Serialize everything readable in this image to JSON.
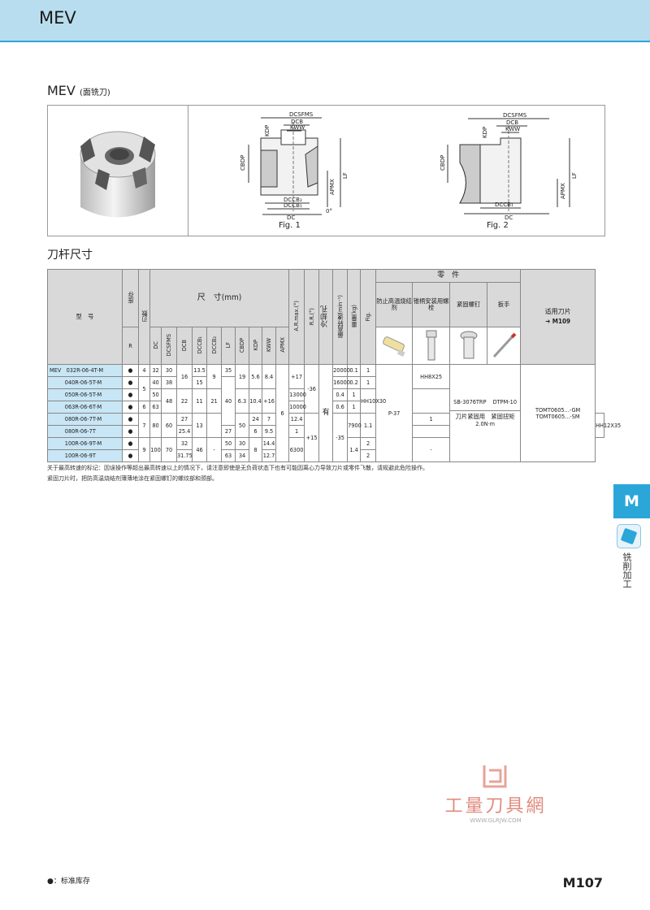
{
  "header": {
    "title": "MEV"
  },
  "section": {
    "title": "MEV",
    "subtitle": "(面铣刀)"
  },
  "figures": {
    "fig1": {
      "caption": "Fig. 1",
      "labels": {
        "dcsfms": "DCSFMS",
        "dcb": "DCB",
        "kww": "KWW",
        "kdp": "KDP",
        "cbdp": "CBDP",
        "apmx": "APMX",
        "lf": "LF",
        "dccb2": "DCCB₂",
        "dccb1": "DCCB₁",
        "dc": "DC",
        "angle": "0°"
      }
    },
    "fig2": {
      "caption": "Fig. 2",
      "labels": {
        "dcsfms": "DCSFMS",
        "dcb": "DCB",
        "kww": "KWW",
        "kdp": "KDP",
        "cbdp": "CBDP",
        "apmx": "APMX",
        "lf": "LF",
        "dccb1": "DCCB₁",
        "dc": "DC"
      }
    }
  },
  "table_title": "刀杆尺寸",
  "table": {
    "headers": {
      "model": "型　号",
      "stock": "库存",
      "teeth": "刃数",
      "dims": "尺　寸(mm)",
      "ar": "A.R.max.(°)",
      "rr": "R.R.(°)",
      "coolant": "冷却孔",
      "maxspeed": "最高转速(min⁻¹)",
      "weight": "重量(kg)",
      "fig": "Fig.",
      "parts": "零　件",
      "part1": "防止高温烧结剂",
      "part2": "锥柄安装用螺栓",
      "part3": "紧固螺钉",
      "part4": "扳手",
      "insert": "适用刀片",
      "insert_ref": "M109",
      "stock_r": "R",
      "dim_cols": [
        "DC",
        "DCSFMS",
        "DCB",
        "DCCB₁",
        "DCCB₂",
        "LF",
        "CBDP",
        "KDP",
        "KWW",
        "APMX"
      ]
    },
    "prefix": "MEV",
    "rows": [
      {
        "model": "032R-06-4T-M",
        "stock": "●",
        "teeth": "4",
        "dc": "32",
        "dcsfms": "30",
        "dccb1": "13.5",
        "cbdp": "19",
        "kdp": "5.6",
        "kww": "8.4",
        "speed": "20000",
        "weight": "0.1",
        "fig": "1"
      },
      {
        "model": "040R-06-5T-M",
        "stock": "●",
        "dc": "40",
        "dcsfms": "38",
        "dccb1": "15",
        "speed": "16000",
        "weight": "0.2",
        "fig": "1"
      },
      {
        "model": "050R-06-5T-M",
        "stock": "●",
        "dc": "50",
        "speed": "13000",
        "weight": "0.4",
        "fig": "1"
      },
      {
        "model": "063R-06-6T-M",
        "stock": "●",
        "teeth": "6",
        "dc": "63",
        "speed": "10000",
        "weight": "0.6",
        "fig": "1"
      },
      {
        "model": "080R-06-7T-M",
        "stock": "●",
        "dccb1": "27",
        "cbdp": "24",
        "kdp": "7",
        "kww": "12.4",
        "fig": "1"
      },
      {
        "model": "080R-06-7T",
        "stock": "●",
        "dccb1": "25.4",
        "cbdp": "27",
        "kdp": "6",
        "kww": "9.5",
        "fig": "1"
      },
      {
        "model": "100R-06-9T-M",
        "stock": "●",
        "dccb1": "32",
        "lf": "50",
        "cbdp": "30",
        "kww": "14.4",
        "fig": "2"
      },
      {
        "model": "100R-06-9T",
        "stock": "●",
        "dccb1": "31.75",
        "lf": "63",
        "cbdp": "34",
        "kww": "12.7",
        "fig": "2"
      }
    ],
    "merged": {
      "teeth_5": "5",
      "teeth_7": "7",
      "teeth_9": "9",
      "dcb_16": "16",
      "dccb2_9": "9",
      "lf_35": "35",
      "lf_40": "40",
      "dcsfms_48": "48",
      "dcb_22": "22",
      "dccb2_11": "11",
      "cbdp_21": "21",
      "kdp_63": "6.3",
      "kww_104": "10.4",
      "dc_80": "80",
      "dcsfms_60": "60",
      "dcb_27": "27",
      "dccb2_13": "13",
      "lf_50": "50",
      "dc_100": "100",
      "dcsfms_70": "70",
      "dcb_32": "32",
      "dccb2_46": "46",
      "dccb2_dash": "-",
      "kdp_8": "8",
      "apmx": "6",
      "ar_17": "+17",
      "ar_16": "+16",
      "ar_15": "+15",
      "rr_36": "-36",
      "rr_35": "-35",
      "coolant": "有",
      "speed_7900": "7900",
      "weight_11": "1.1",
      "speed_6300": "6300",
      "weight_14": "1.4",
      "part1": "P-37",
      "bolt1": "HH8X25",
      "bolt2": "HH10X30",
      "bolt3": "HH12X35",
      "bolt4": "-",
      "screw": "SB-3076TRP",
      "wrench": "DTPM-10",
      "torque_label": "刀片紧固用　紧固扭矩",
      "torque_value": "2.0N·m",
      "insert1": "TOMT0605...-GM",
      "insert2": "TOMT0605...-SM"
    }
  },
  "notes": {
    "n1": "关于最高转速的标记：因误操作等超出最高转速以上的情况下，请注意即使是无负荷状态下也有可能因离心力导致刀片或零件飞散，请规避此危险操作。",
    "n2": "紧固刀片时，把防高温烧结剂薄薄地涂在紧固螺钉的螺纹部和颈部。"
  },
  "side_tab": {
    "letter": "M",
    "label": "铣削加工"
  },
  "watermark": {
    "text": "工量刀具網",
    "url": "WWW.GLRJW.COM"
  },
  "footer": {
    "legend": "●：标准库存",
    "page": "M107"
  }
}
